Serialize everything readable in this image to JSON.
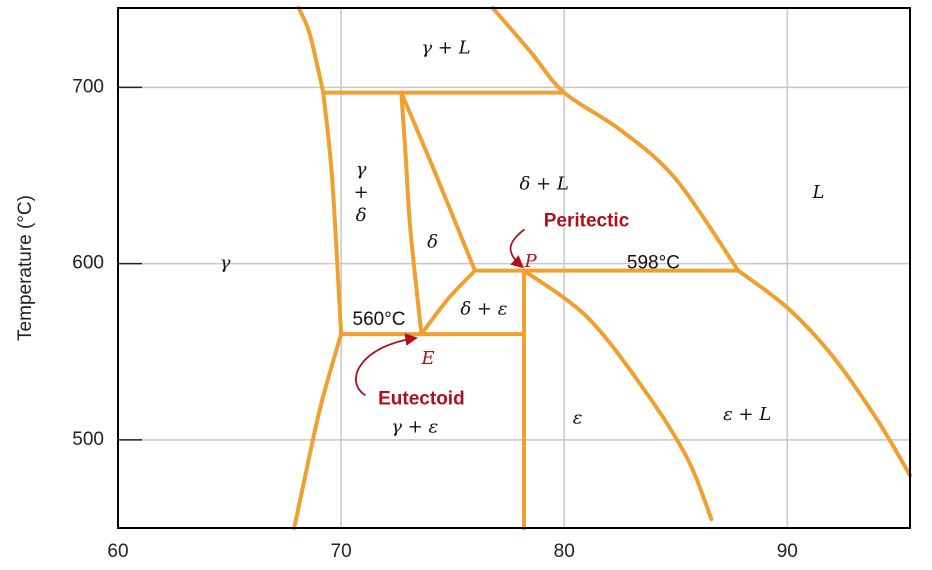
{
  "chart_data": {
    "type": "phase-diagram",
    "xlabel": "",
    "ylabel": "Temperature (°C)",
    "xlim": [
      60,
      95.5
    ],
    "ylim": [
      450,
      745
    ],
    "xticks": [
      60,
      70,
      80,
      90
    ],
    "yticks": [
      500,
      600,
      700
    ],
    "grid": true,
    "colors": {
      "boundary": "#f0a030",
      "annotation": "#b0101c",
      "grid": "#c8c8c8",
      "frame": "#000000"
    },
    "boundaries": [
      {
        "name": "gamma-liquidus",
        "points": [
          [
            68.1,
            745
          ],
          [
            68.6,
            730
          ],
          [
            69.2,
            697
          ]
        ]
      },
      {
        "name": "gamma-solvus-left",
        "points": [
          [
            69.2,
            697
          ],
          [
            69.6,
            648
          ],
          [
            70,
            560
          ]
        ]
      },
      {
        "name": "gamma-solvus-lower",
        "points": [
          [
            70,
            560
          ],
          [
            69.1,
            520
          ],
          [
            68.4,
            480
          ],
          [
            67.9,
            450
          ]
        ]
      },
      {
        "name": "peritectic-700-isotherm",
        "points": [
          [
            69.2,
            697
          ],
          [
            80,
            697
          ]
        ]
      },
      {
        "name": "upper-liquidus",
        "points": [
          [
            76.8,
            745
          ],
          [
            78.5,
            720
          ],
          [
            80,
            697
          ],
          [
            82.5,
            676
          ],
          [
            85,
            648
          ],
          [
            87.8,
            596
          ]
        ]
      },
      {
        "name": "delta-left",
        "points": [
          [
            72.7,
            697
          ],
          [
            72.9,
            660
          ],
          [
            73.1,
            620
          ],
          [
            73.6,
            560
          ]
        ]
      },
      {
        "name": "delta-right",
        "points": [
          [
            72.7,
            697
          ],
          [
            74.2,
            652
          ],
          [
            76,
            596
          ]
        ]
      },
      {
        "name": "peritectic-598-isotherm",
        "points": [
          [
            76,
            596
          ],
          [
            87.8,
            596
          ]
        ]
      },
      {
        "name": "delta-epsilon-left",
        "points": [
          [
            76,
            596
          ],
          [
            74.8,
            580
          ],
          [
            73.6,
            560
          ]
        ]
      },
      {
        "name": "eutectoid-560-isotherm",
        "points": [
          [
            70,
            560
          ],
          [
            78.2,
            560
          ]
        ]
      },
      {
        "name": "epsilon-left",
        "points": [
          [
            78.2,
            596
          ],
          [
            78.2,
            450
          ]
        ]
      },
      {
        "name": "epsilon-right",
        "points": [
          [
            78.2,
            596
          ],
          [
            81,
            570
          ],
          [
            83.5,
            530
          ],
          [
            85.5,
            490
          ],
          [
            86.6,
            455
          ]
        ]
      },
      {
        "name": "lower-liquidus",
        "points": [
          [
            87.8,
            596
          ],
          [
            90,
            575
          ],
          [
            92,
            548
          ],
          [
            94,
            512
          ],
          [
            95.5,
            480
          ]
        ]
      }
    ],
    "annotations": {
      "regions": [
        {
          "text": "γ + L",
          "x": 74.7,
          "y": 722
        },
        {
          "text": "γ",
          "x": 70.9,
          "y": 653
        },
        {
          "text": "+",
          "x": 70.9,
          "y": 640
        },
        {
          "text": "δ",
          "x": 70.9,
          "y": 627
        },
        {
          "text": "δ",
          "x": 74.1,
          "y": 612
        },
        {
          "text": "δ + L",
          "x": 79.1,
          "y": 645
        },
        {
          "text": "L",
          "x": 91.4,
          "y": 640
        },
        {
          "text": "γ",
          "x": 64.8,
          "y": 600
        },
        {
          "text": "δ + ε",
          "x": 76.4,
          "y": 574
        },
        {
          "text": "γ + ε",
          "x": 73.3,
          "y": 507
        },
        {
          "text": "ε",
          "x": 80.6,
          "y": 512
        },
        {
          "text": "ε + L",
          "x": 88.2,
          "y": 514
        }
      ],
      "temperatures": [
        {
          "text": "560°C",
          "x": 71.7,
          "y": 568
        },
        {
          "text": "598°C",
          "x": 84.0,
          "y": 600
        }
      ],
      "points": [
        {
          "text": "E",
          "x": 73.9,
          "y": 546
        },
        {
          "text": "P",
          "x": 78.5,
          "y": 601
        }
      ],
      "callouts": [
        {
          "text": "Peritectic",
          "x": 81.0,
          "y": 624,
          "target": [
            78.2,
            596
          ]
        },
        {
          "text": "Eutectoid",
          "x": 73.6,
          "y": 523,
          "target": [
            73.6,
            560
          ]
        }
      ]
    }
  }
}
